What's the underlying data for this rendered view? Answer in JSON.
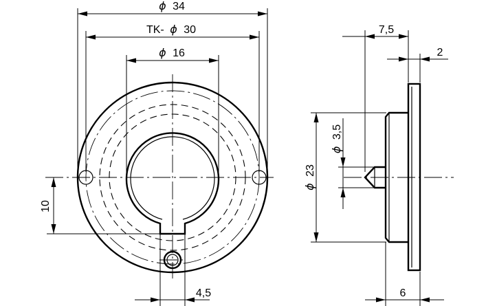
{
  "front_view": {
    "outer_diameter": {
      "symbol": "ϕ",
      "value": "34"
    },
    "bolt_circle": {
      "prefix": "TK-",
      "symbol": "ϕ",
      "value": "30"
    },
    "bore_diameter": {
      "symbol": "ϕ",
      "value": "16"
    },
    "offset_height": "10",
    "slot_width": "4,5"
  },
  "side_view": {
    "total_length": "7,5",
    "flange_thickness": "2",
    "hub_diameter": {
      "symbol": "ϕ",
      "value": "23"
    },
    "pin_diameter": {
      "symbol": "ϕ",
      "value": "3,5"
    },
    "hub_length": "6"
  },
  "colors": {
    "line": "#000000",
    "background": "#ffffff"
  }
}
